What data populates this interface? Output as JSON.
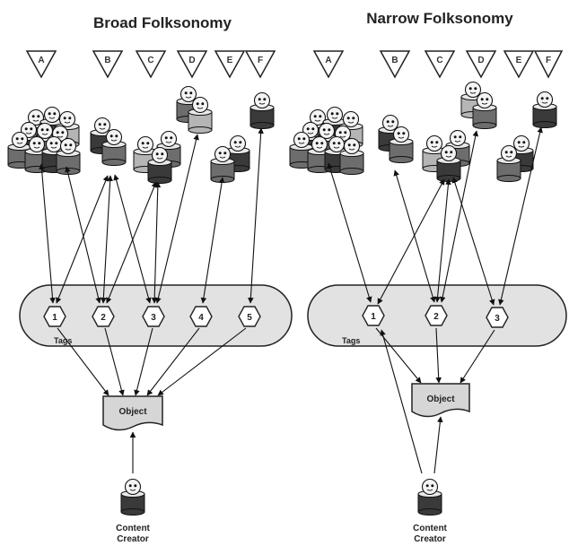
{
  "broad": {
    "title": "Broad Folksonomy",
    "users": [
      "A",
      "B",
      "C",
      "D",
      "E",
      "F"
    ],
    "tags": [
      "1",
      "2",
      "3",
      "4",
      "5"
    ],
    "tags_label": "Tags",
    "object_label": "Object",
    "creator_line1": "Content",
    "creator_line2": "Creator"
  },
  "narrow": {
    "title": "Narrow Folksonomy",
    "users": [
      "A",
      "B",
      "C",
      "D",
      "E",
      "F"
    ],
    "tags": [
      "1",
      "2",
      "3"
    ],
    "tags_label": "Tags",
    "object_label": "Object",
    "creator_line1": "Content",
    "creator_line2": "Creator"
  },
  "colors": {
    "dark": "#3a3a3a",
    "mid": "#6d6d6d",
    "light": "#b5b5b5",
    "band": "#e2e2e2"
  }
}
